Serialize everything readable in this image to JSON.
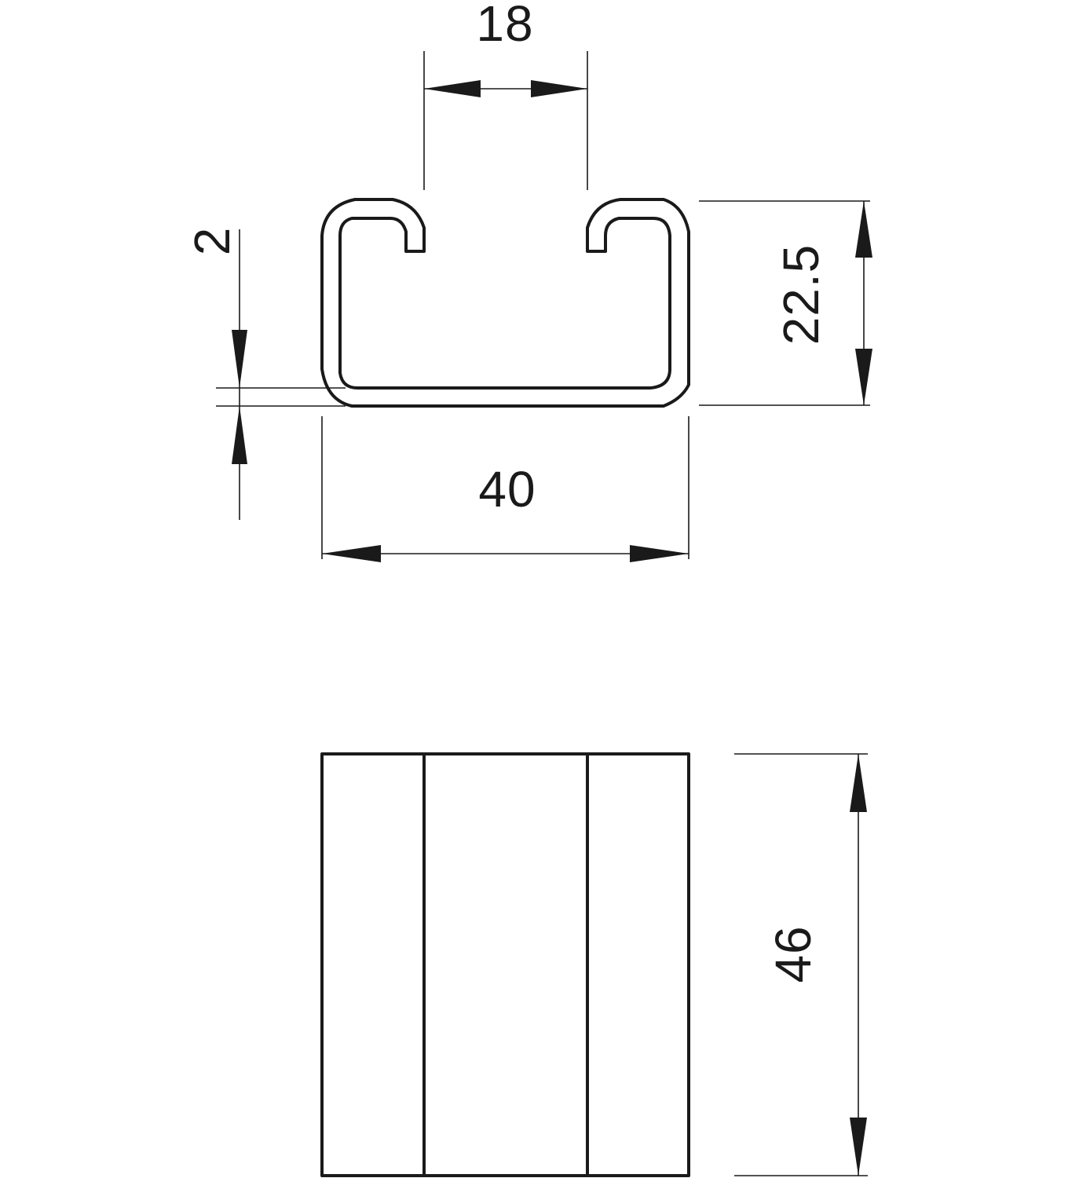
{
  "drawing": {
    "section_view": {
      "dimensions": {
        "slot_width": "18",
        "height": "22.5",
        "wall_thickness": "2",
        "width": "40"
      }
    },
    "side_view": {
      "dimensions": {
        "length": "46"
      }
    },
    "line_color": "#1a1a1a"
  }
}
